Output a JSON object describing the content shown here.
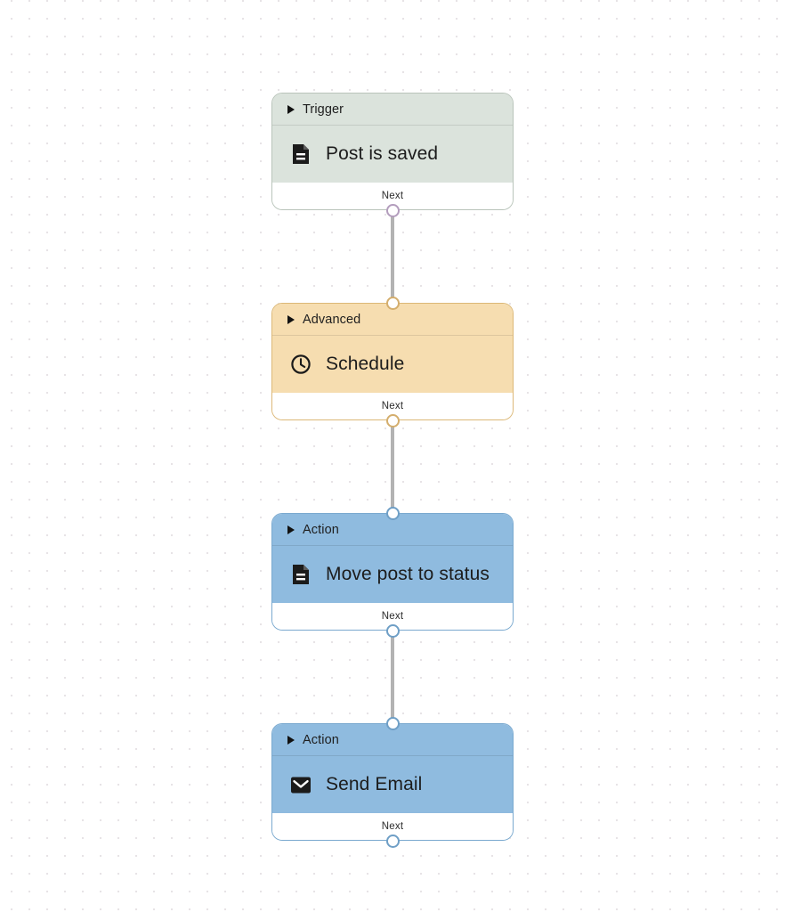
{
  "app": {
    "view": "workflow-builder-canvas",
    "background": "#ffffff",
    "grid_dot_color": "#e7e3e6"
  },
  "workflow": {
    "next_label": "Next",
    "nodes": [
      {
        "category": "Trigger",
        "title": "Post is saved",
        "icon": "document-icon",
        "accent": "green",
        "accent_color": "#dbe3dc",
        "port_color": "#b39dbd",
        "footer_label": "Next"
      },
      {
        "category": "Advanced",
        "title": "Schedule",
        "icon": "clock-icon",
        "accent": "tan",
        "accent_color": "#f6ddb0",
        "port_color": "#d4ae6d",
        "footer_label": "Next"
      },
      {
        "category": "Action",
        "title": "Move post to status",
        "icon": "document-icon",
        "accent": "blue",
        "accent_color": "#8fbbdf",
        "port_color": "#6f9fc6",
        "footer_label": "Next"
      },
      {
        "category": "Action",
        "title": "Send Email",
        "icon": "envelope-icon",
        "accent": "blue",
        "accent_color": "#8fbbdf",
        "port_color": "#6f9fc6",
        "footer_label": "Next"
      }
    ],
    "connectors": [
      {
        "from": "Post is saved",
        "to": "Schedule",
        "color": "#b3b3b3"
      },
      {
        "from": "Schedule",
        "to": "Move post to status",
        "color": "#b3b3b3"
      },
      {
        "from": "Move post to status",
        "to": "Send Email",
        "color": "#b3b3b3"
      }
    ]
  }
}
